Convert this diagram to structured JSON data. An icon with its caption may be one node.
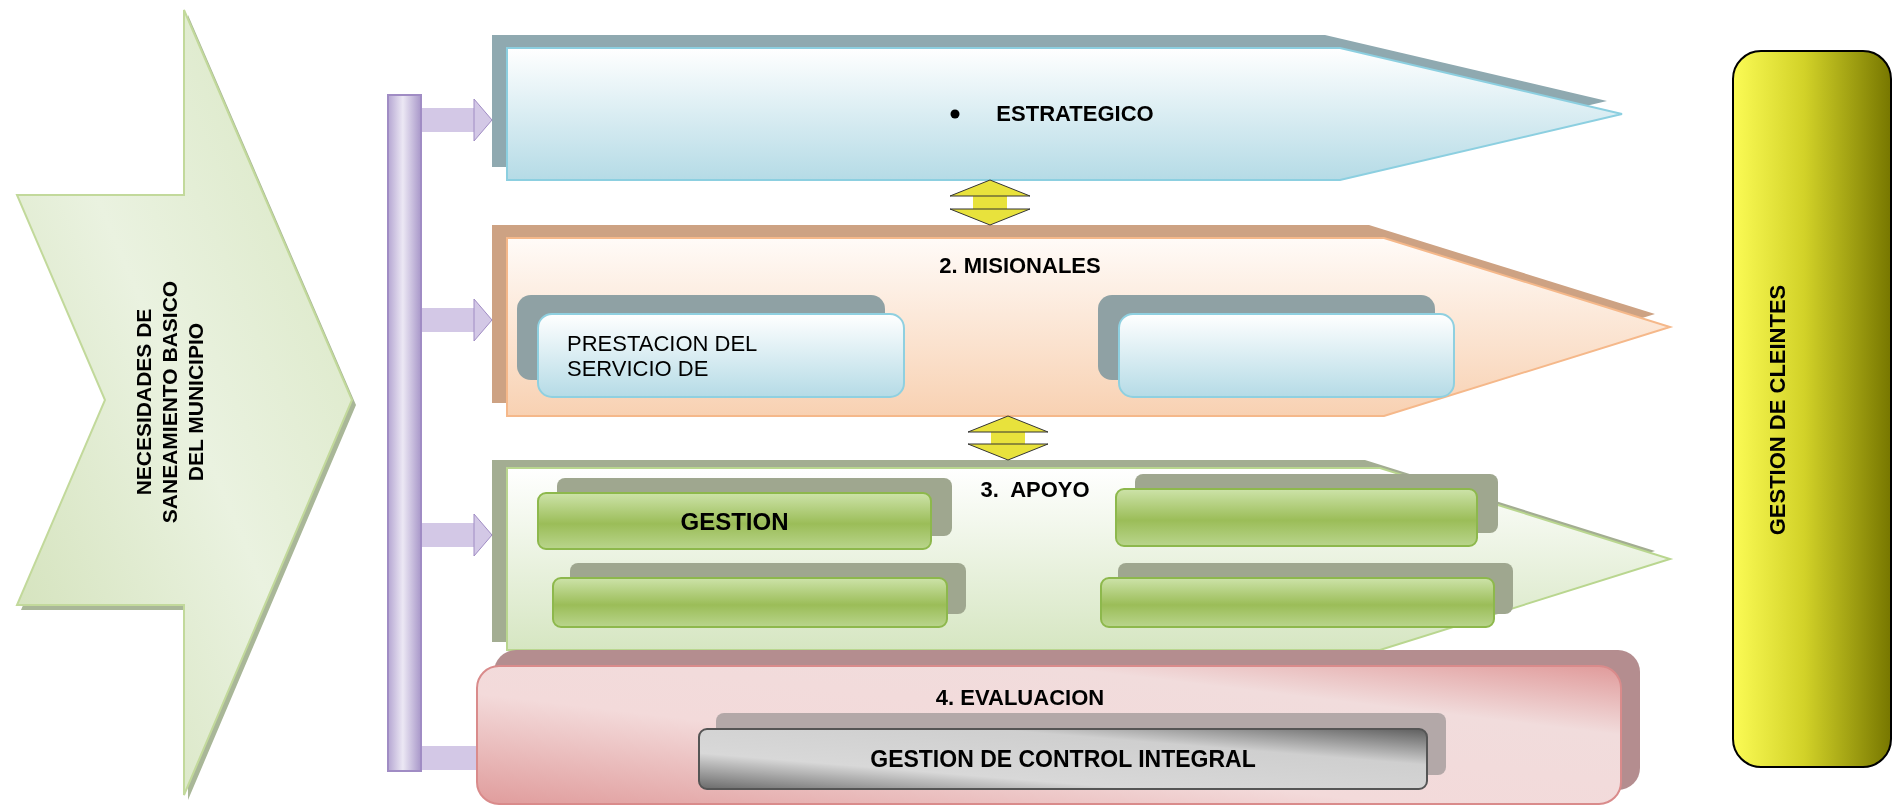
{
  "diagram": {
    "nodes": [
      {
        "text": [
          "NECESIDADES DE SANEAMIENTO BASICO  DEL MUNICIPIO"
        ]
      },
      {
        "text": [],
        "shape": "bar"
      },
      {
        "text": [
          "ESTRATEGICO"
        ]
      },
      {
        "text": [
          "2. MISIONALES"
        ]
      },
      {
        "text": [
          "PRESTACION DEL SERVICIO DE"
        ],
        "in": 3
      },
      {
        "text": [],
        "shape": "box",
        "in": 3
      },
      {
        "text": [
          "3.  APOYO"
        ]
      },
      {
        "text": [
          "GESTION"
        ],
        "in": 6
      },
      {
        "text": [],
        "shape": "box",
        "in": 6
      },
      {
        "text": [],
        "shape": "box",
        "in": 6
      },
      {
        "text": [],
        "shape": "box",
        "in": 6
      },
      {
        "text": [
          "4. EVALUACION"
        ]
      },
      {
        "text": [
          "GESTION DE CONTROL INTEGRAL"
        ],
        "in": 11
      },
      {
        "text": [
          "GESTION DE CLEINTES"
        ]
      }
    ],
    "edges": [
      {
        "from": 1,
        "to": 2,
        "arrow": "to"
      },
      {
        "from": 1,
        "to": 3,
        "arrow": "to"
      },
      {
        "from": 1,
        "to": 6,
        "arrow": "to"
      },
      {
        "from": 1,
        "to": 11,
        "arrow": "none"
      },
      {
        "from": 2,
        "to": 3,
        "arrow": "both",
        "color": "#e8e23c"
      },
      {
        "from": 3,
        "to": 6,
        "arrow": "both",
        "color": "#e8e23c"
      }
    ]
  }
}
